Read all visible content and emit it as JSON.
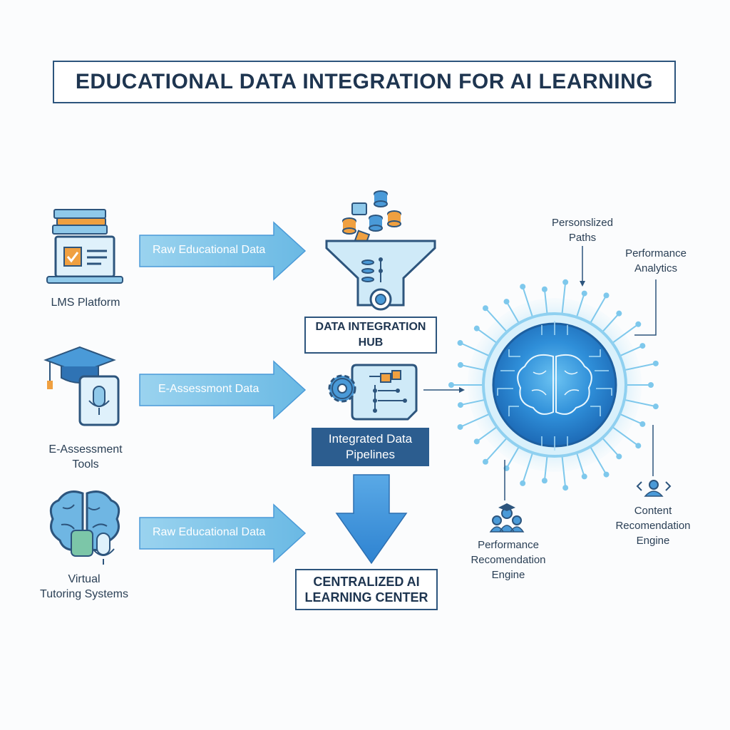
{
  "title": "EDUCATIONAL DATA INTEGRATION FOR AI LEARNING",
  "sources": [
    {
      "label": "LMS Platform",
      "arrow_label": "Raw Educational Data",
      "icon": "laptop-books-icon"
    },
    {
      "label_line1": "E-Assessment",
      "label_line2": "Tools",
      "arrow_label": "E-Assessmont Data",
      "icon": "graduation-tablet-icon"
    },
    {
      "label_line1": "Virtual",
      "label_line2": "Tutoring Systems",
      "arrow_label": "Raw Educational Data",
      "icon": "brain-microphone-icon"
    }
  ],
  "hub": {
    "line1": "DATA INTEGRATION",
    "line2": "HUB",
    "icon": "data-funnel-icon"
  },
  "pipelines": {
    "line1": "Integrated Data",
    "line2": "Pipelines",
    "icon": "gear-flow-icon"
  },
  "center": {
    "line1": "CENTRALIZED AI",
    "line2": "LEARNING CENTER"
  },
  "core": {
    "icon": "ai-brain-core-icon"
  },
  "outputs": {
    "paths": {
      "line1": "Personslized",
      "line2": "Paths"
    },
    "analytics": {
      "line1": "Performance",
      "line2": "Analytics"
    },
    "performance_engine": {
      "line1": "Performance",
      "line2": "Recomendation",
      "line3": "Engine",
      "icon": "users-icon"
    },
    "content_engine": {
      "line1": "Content",
      "line2": "Recomendation",
      "line3": "Engine",
      "icon": "person-hub-icon"
    }
  },
  "colors": {
    "navy": "#2d557d",
    "arrow_light": "#7ec3e6",
    "arrow_dark": "#3b8fd6",
    "orange": "#f0a040",
    "core_blue": "#2c8ad8"
  }
}
